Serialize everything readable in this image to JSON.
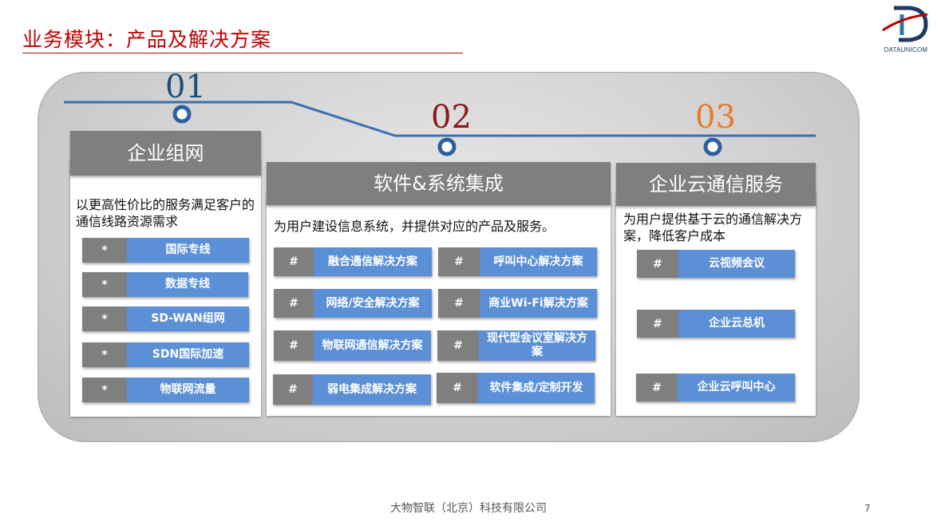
{
  "title": "业务模块：产品及解决方案",
  "logo": {
    "text": "DATAUNICOM"
  },
  "steps": [
    "01",
    "02",
    "03"
  ],
  "cards": [
    {
      "heading": "企业组网",
      "description": "以更高性价比的服务满足客户的通信线路资源需求",
      "mark": "*",
      "items": [
        "国际专线",
        "数据专线",
        "SD-WAN组网",
        "SDN国际加速",
        "物联网流量"
      ]
    },
    {
      "heading": "软件&系统集成",
      "description": "为用户建设信息系统，并提供对应的产品及服务。",
      "mark": "#",
      "items": [
        "融合通信解决方案",
        "呼叫中心解决方案",
        "网络/安全解决方案",
        "商业Wi-Fi解决方案",
        "物联网通信解决方案",
        "现代型会议室解决方案",
        "弱电集成解决方案",
        "软件集成/定制开发"
      ]
    },
    {
      "heading": "企业云通信服务",
      "description": "为用户提供基于云的通信解决方案，降低客户成本",
      "mark": "#",
      "items": [
        "云视频会议",
        "企业云总机",
        "企业云呼叫中心"
      ]
    }
  ],
  "footer": "大物智联（北京）科技有限公司",
  "page_number": "7",
  "colors": {
    "title_red": "#c00000",
    "timeline_blue": "#3a6fb0",
    "item_blue": "#5b8fd6",
    "mark_gray": "#7f7f7f",
    "num1": "#1f4e79",
    "num2": "#8b1a1a",
    "num3": "#e97b24"
  }
}
